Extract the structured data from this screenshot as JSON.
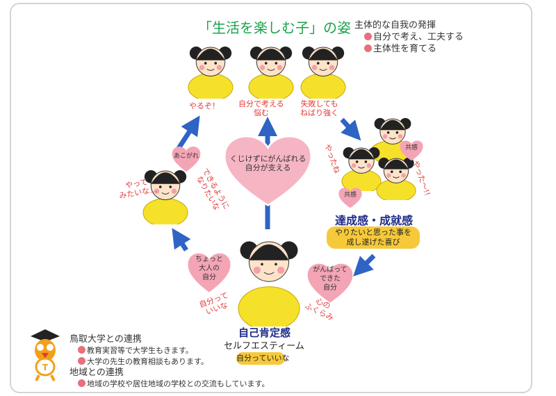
{
  "title": "「生活を楽しむ子」の姿",
  "self_expression": {
    "heading": "主体的な自我の発揮",
    "items": [
      "自分で考え、工夫する",
      "主体性を育てる"
    ]
  },
  "top_labels": [
    "やるぞ！",
    "自分で考える\n悩む",
    "失敗しても\nねばり強く"
  ],
  "center_heart": "くじけずにがんばれる\n自分が支える",
  "hearts": {
    "admire": "あこがれ",
    "grownup": "ちょっと\n大人の\n自分",
    "did_it": "がんばって\nできた\n自分",
    "empathy1": "共感",
    "empathy2": "共感"
  },
  "side_texts": {
    "left1": "やって\nみたいな…",
    "left2": "できるように\nなりたいな",
    "right1": "やったね",
    "right2": "やった〜!!",
    "bottom1": "自分って\nいいな",
    "bottom2": "心の\nふくらみ"
  },
  "achievement": {
    "title": "達成感・成就感",
    "pill": "やりたいと思った事を\n成し遂げた喜び"
  },
  "self_esteem": {
    "title": "自己肯定感",
    "subtitle": "セルフエスティーム",
    "pill": "自分っていいな"
  },
  "partnership": {
    "univ_heading": "鳥取大学との連携",
    "univ_items": [
      "教育実習等で大学生もきます。",
      "大学の先生の教育相談もあります。"
    ],
    "local_heading": "地域との連携",
    "local_items": [
      "地域の学校や居住地域の学校との交流もしています。"
    ]
  },
  "colors": {
    "green": "#1aa34a",
    "navy": "#1c2a8a",
    "heart": "#f4a5b5",
    "arrow": "#2f63c4",
    "yellow": "#f6e12a"
  }
}
